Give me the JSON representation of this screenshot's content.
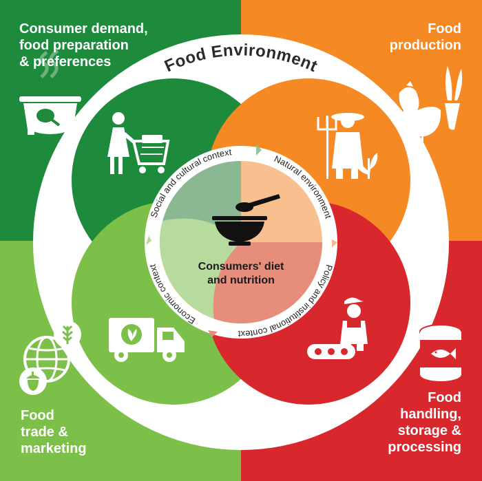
{
  "corners": {
    "top_left": "Consumer demand,\nfood preparation\n& preferences",
    "top_right": "Food\nproduction",
    "bottom_left": "Food\ntrade &\nmarketing",
    "bottom_right": "Food\nhandling,\nstorage &\nprocessing"
  },
  "outer_ring": {
    "label": "Food Environment"
  },
  "context_ring": {
    "social": "Social and cultural context",
    "natural": "Natural environment",
    "policy": "Policy and institutional context",
    "economic": "Economic context"
  },
  "center": {
    "label": "Consumers' diet\nand nutrition"
  },
  "colors": {
    "dark_green": "#1e8a3c",
    "light_green": "#7cc04a",
    "orange": "#f58a25",
    "red": "#d8282e",
    "white": "#ffffff"
  },
  "icons": [
    "pot-with-chicken-leg-icon",
    "chicken-and-carrot-icon",
    "shopper-with-cart-icon",
    "farmer-with-pitchfork-icon",
    "bowl-and-spoon-icon",
    "delivery-truck-icon",
    "factory-worker-conveyor-icon",
    "globe-with-grain-and-acorn-icon",
    "fish-can-icon"
  ]
}
